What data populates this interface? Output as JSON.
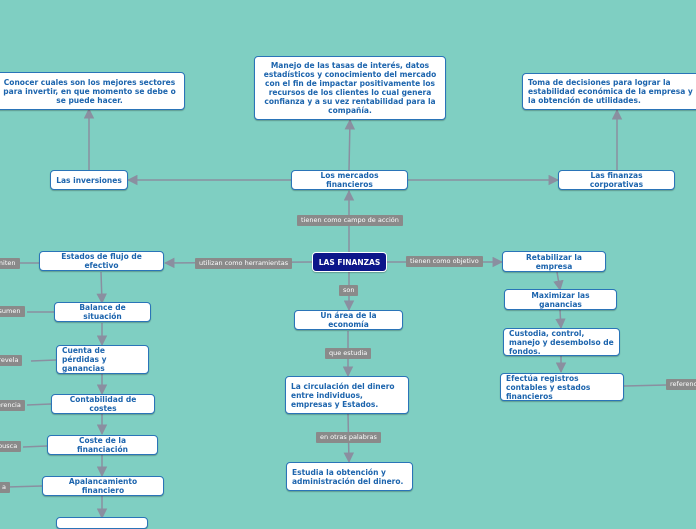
{
  "root": "LAS FINANZAS",
  "nodes": {
    "mercados": "Los mercados financieros",
    "mercados_desc": "Manejo de las tasas de interés, datos estadísticos y conocimiento del mercado con el fin de impactar positivamente los recursos de los clientes lo cual genera confianza y a su vez rentabilidad para la compañía.",
    "inversiones": "Las inversiones",
    "inversiones_desc": "Conocer cuales son los mejores sectores para invertir, en que momento se debe o se puede hacer.",
    "corporativas": "Las finanzas corporativas",
    "corporativas_desc": "Toma de decisiones para lograr la estabilidad económica de la empresa y la obtención de utilidades.",
    "area": "Un área de la economía",
    "circulacion": "La circulación del dinero entre individuos, empresas y Estados.",
    "estudia": "Estudia la obtención y administración del dinero.",
    "flujo": "Estados de flujo de efectivo",
    "balance": "Balance de situación",
    "perdidas": "Cuenta de pérdidas y ganancias",
    "costes": "Contabilidad de costes",
    "financiacion": "Coste de la financiación",
    "apalancamiento": "Apalancamiento financiero",
    "retabilizar": "Retabilizar la empresa",
    "maximizar": "Maximizar las ganancias",
    "custodia": "Custodia, control, manejo y desembolso de fondos.",
    "registros": "Efectúa registros contables y estados financieros"
  },
  "tags": {
    "campo": "tienen como campo de acción",
    "herramientas": "utilizan como herramientas",
    "objetivo": "tienen como objetivo",
    "son": "son",
    "que_estudia": "que estudia",
    "otras_palabras": "en otras palabras",
    "permiten": "permiten",
    "resumen": "resumen",
    "revela": "que revela",
    "referencia_left": "referencia",
    "busca": "busca",
    "apal_tag": "a",
    "referencia_right": "referencia"
  },
  "colors": {
    "background": "#7fcfc2",
    "node_border": "#2a74b8",
    "node_text": "#1c64ad",
    "root_fill": "#0c168a",
    "tag_fill": "#8a8a8a",
    "connector": "#8a8fa0"
  }
}
